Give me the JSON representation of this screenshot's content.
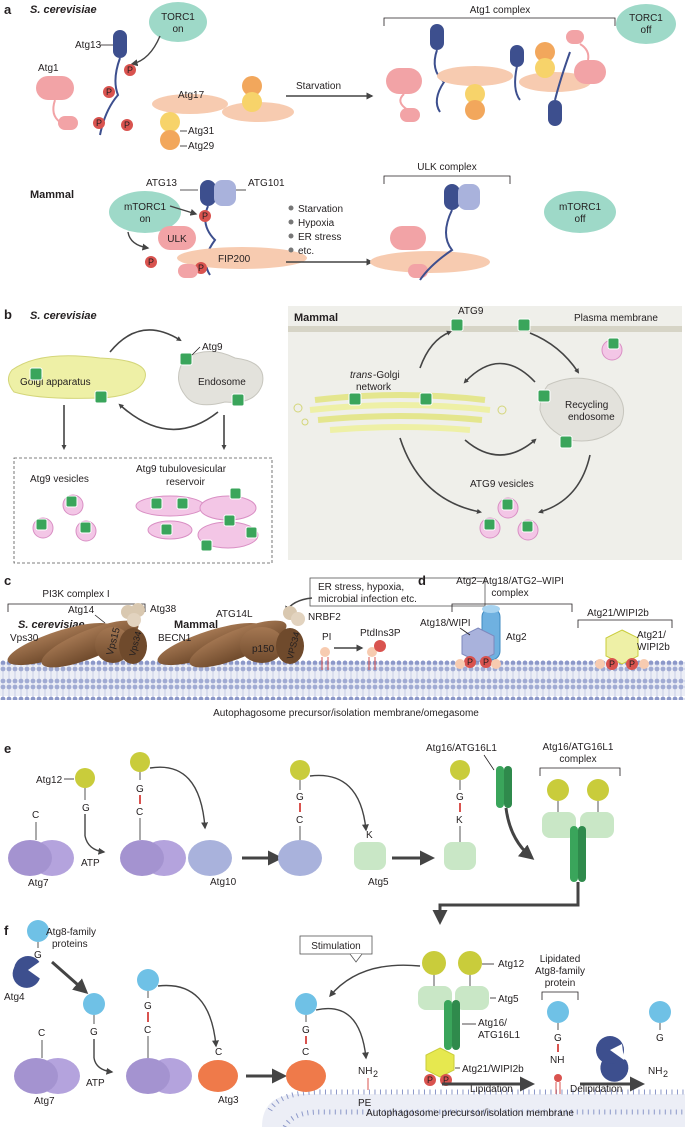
{
  "colors": {
    "pink": "#f2a3a6",
    "salmon": "#f7cbb0",
    "navy": "#3d4f8e",
    "lavender": "#a9b2dc",
    "teal": "#9ed9c8",
    "orange": "#f2a75c",
    "yellow": "#f7d36a",
    "phospho": "#d9534f",
    "green": "#3aa55b",
    "golgi": "#eef0a6",
    "endosome": "#e3e2dc",
    "vesicle": "#f3c6e6",
    "brown": "#8b5e3c",
    "purple": "#b4a3dd",
    "olive": "#c9cc3b",
    "lightgreen": "#c9e7c6",
    "sky": "#6fc1e6",
    "tomato": "#ef7a4a",
    "membrane": "#9aa6d2"
  },
  "panels": [
    "a",
    "b",
    "c",
    "d",
    "e",
    "f"
  ],
  "a": {
    "yeast_title": "S. cerevisiae",
    "torc1_on": [
      "TORC1",
      "on"
    ],
    "atg13": "Atg13",
    "atg1": "Atg1",
    "atg17": "Atg17",
    "atg31": "Atg31",
    "atg29": "Atg29",
    "p": "P",
    "starvation": "Starvation",
    "atg1_complex": "Atg1 complex",
    "torc1_off": [
      "TORC1",
      "off"
    ],
    "mammal_title": "Mammal",
    "atg13_m": "ATG13",
    "atg101": "ATG101",
    "mtorc1_on": [
      "mTORC1",
      "on"
    ],
    "ulk": "ULK",
    "fip200": "FIP200",
    "conditions": [
      "Starvation",
      "Hypoxia",
      "ER stress",
      "etc."
    ],
    "ulk_complex": "ULK complex",
    "mtorc1_off": [
      "mTORC1",
      "off"
    ]
  },
  "b": {
    "yeast_title": "S. cerevisiae",
    "atg9": "Atg9",
    "golgi": "Golgi apparatus",
    "endosome": "Endosome",
    "atg9_vesicles": "Atg9 vesicles",
    "reservoir": [
      "Atg9 tubulovesicular",
      "reservoir"
    ],
    "mammal_title": "Mammal",
    "atg9_m": "ATG9",
    "plasma_membrane": "Plasma membrane",
    "trans_golgi_1": "trans",
    "trans_golgi_2": "-Golgi",
    "trans_golgi_3": "network",
    "recycling": [
      "Recycling",
      "endosome"
    ],
    "atg9_vesicles_m": "ATG9 vesicles"
  },
  "c": {
    "pi3k": "PI3K complex I",
    "yeast_title": "S. cerevisiae",
    "mammal_title": "Mammal",
    "atg38": "Atg38",
    "atg14": "Atg14",
    "vps30": "Vps30",
    "vps15": "Vps15",
    "vps34": "Vps34",
    "stress_box": [
      "ER stress, hypoxia,",
      "microbial infection etc."
    ],
    "nrbf2": "NRBF2",
    "atg14l": "ATG14L",
    "becn1": "BECN1",
    "p150": "p150",
    "vps34_m": "VPS34",
    "pi": "PI",
    "ptdins3p": "PtdIns3P",
    "membrane": "Autophagosome precursor/isolation membrane/omegasome"
  },
  "d": {
    "complex_title": [
      "Atg2–Atg18/ATG2–WIPI",
      "complex"
    ],
    "atg18": "Atg18/WIPI",
    "atg2": "Atg2",
    "atg21_head": "Atg21/WIPI2b",
    "atg21": [
      "Atg21/",
      "WIPI2b"
    ]
  },
  "e": {
    "atg12": "Atg12",
    "c": "C",
    "g": "G",
    "k": "K",
    "atg7": "Atg7",
    "atp": "ATP",
    "atg10": "Atg10",
    "atg5": "Atg5",
    "atg16_label": "Atg16/ATG16L1",
    "complex_title": [
      "Atg16/ATG16L1",
      "complex"
    ]
  },
  "f": {
    "atg8_family": [
      "Atg8-family",
      "proteins"
    ],
    "atg4": "Atg4",
    "g": "G",
    "c": "C",
    "atg7": "Atg7",
    "atp": "ATP",
    "atg3": "Atg3",
    "stimulation": "Stimulation",
    "atg12": "Atg12",
    "atg5": "Atg5",
    "atg16": [
      "Atg16/",
      "ATG16L1"
    ],
    "atg21": "Atg21/WIPI2b",
    "lipidated": [
      "Lipidated",
      "Atg8-family",
      "protein"
    ],
    "nh2": "NH",
    "sub2": "2",
    "nh": "NH",
    "pe": "PE",
    "lipidation": "Lipidation",
    "delipidation": "Delipidation",
    "membrane": "Autophagosome precursor/isolation membrane"
  }
}
